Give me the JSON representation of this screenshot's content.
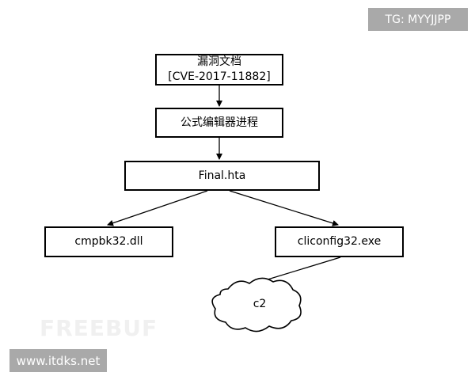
{
  "nodes": {
    "vuln_doc": {
      "line1": "漏洞文档",
      "line2": "[CVE-2017-11882]"
    },
    "eqn_editor": {
      "label": "公式编辑器进程"
    },
    "final_hta": {
      "label": "Final.hta"
    },
    "cmpbk": {
      "label": "cmpbk32.dll"
    },
    "cliconfig": {
      "label": "cliconfig32.exe"
    },
    "c2": {
      "label": "c2"
    }
  },
  "overlays": {
    "tg_tag": "TG: MYYJJPP",
    "site_tag": "www.itdks.net",
    "watermark": "FREEBUF"
  }
}
